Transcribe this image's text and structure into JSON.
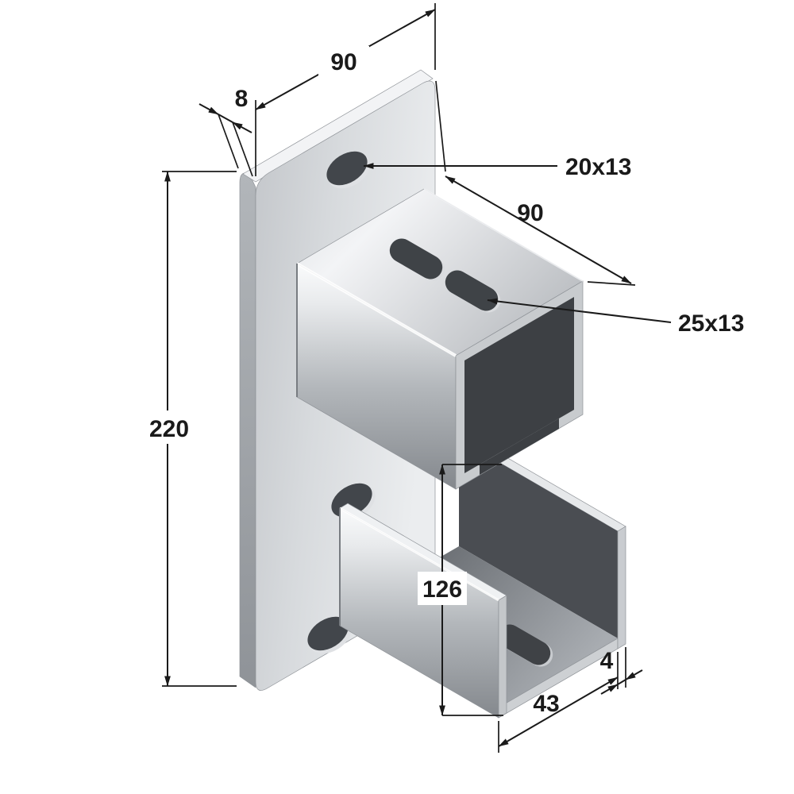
{
  "drawing": {
    "type": "isometric-technical-drawing",
    "subject": "wall-mount bracket with two strut channels",
    "colors": {
      "background": "#ffffff",
      "dimension_lines": "#1a1a1a",
      "metal_light": "#f2f3f5",
      "metal_mid": "#c0c3c7",
      "metal_dark": "#3d4044"
    },
    "labels": {
      "plate_width": "90",
      "plate_thickness": "8",
      "plate_hole_size": "20x13",
      "channel_length": "90",
      "channel_slot_size": "25x13",
      "plate_height": "220",
      "channel_offset": "126",
      "channel_end_width": "43",
      "channel_wall_thickness": "4"
    }
  }
}
